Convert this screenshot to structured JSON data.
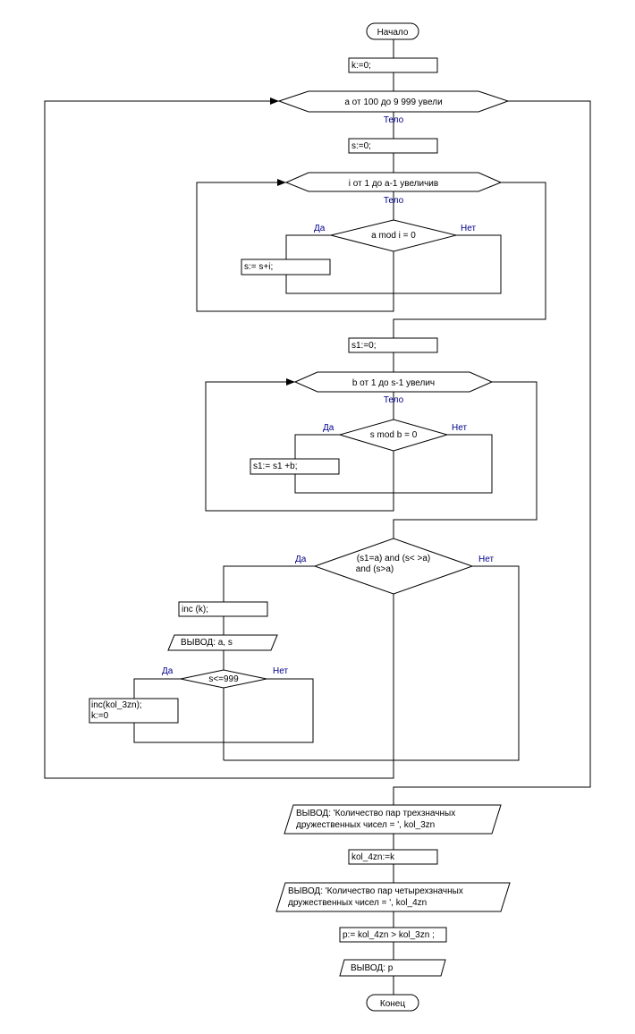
{
  "start": "Начало",
  "end": "Конец",
  "body_label": "Тело",
  "yes": "Да",
  "no": "Нет",
  "steps": {
    "k_init": "k:=0;",
    "loop_a": "a  от  100  до  9 999 увели",
    "s_init": "s:=0;",
    "loop_i": "i  от  1  до  a-1 увеличив",
    "cond_amod": "a mod i = 0",
    "s_add": "s:= s+i;",
    "s1_init": "s1:=0;",
    "loop_b": "b  от  1  до  s-1 увелич",
    "cond_smod": "s mod b = 0",
    "s1_add": "s1:= s1 +b;",
    "cond_main_1": "(s1=a) and (s< >a)",
    "cond_main_2": "and (s>a)",
    "inc_k": "inc (k);",
    "out_as": "ВЫВОД:  a, s",
    "cond_999": "s<=999",
    "inc_kol_1": "inc(kol_3zn);",
    "inc_kol_2": "k:=0",
    "out_3zn_1": "ВЫВОД:  'Количество пар трехзначных",
    "out_3zn_2": "дружественных чисел = ', kol_3zn",
    "kol4": "kol_4zn:=k",
    "out_4zn_1": "ВЫВОД:  'Количество пар четырехзначных",
    "out_4zn_2": "дружественных чисел = ', kol_4zn",
    "p_assign": "p:= kol_4zn > kol_3zn ;",
    "out_p": "ВЫВОД:  p"
  }
}
